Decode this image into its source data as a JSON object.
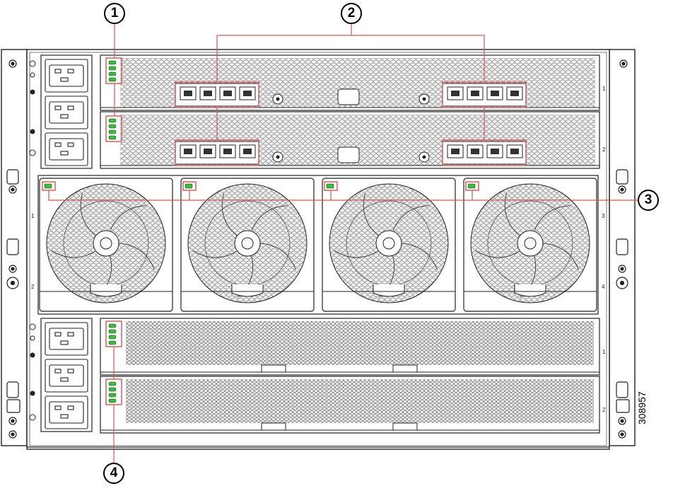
{
  "callouts": {
    "c1": "1",
    "c2": "2",
    "c3": "3",
    "c4": "4"
  },
  "figure_id": "308957",
  "colors": {
    "callout_line": "#d9534f",
    "led": "#35c435",
    "mesh": "#888888",
    "chassis": "#ffffff",
    "outline": "#222222"
  },
  "slot_labels": {
    "top_module_1": "1",
    "top_module_2": "2",
    "fan_left_1": "1",
    "fan_left_2": "2",
    "fan_right_3": "3",
    "fan_right_4": "4",
    "bottom_module_1": "1",
    "bottom_module_2": "2"
  }
}
